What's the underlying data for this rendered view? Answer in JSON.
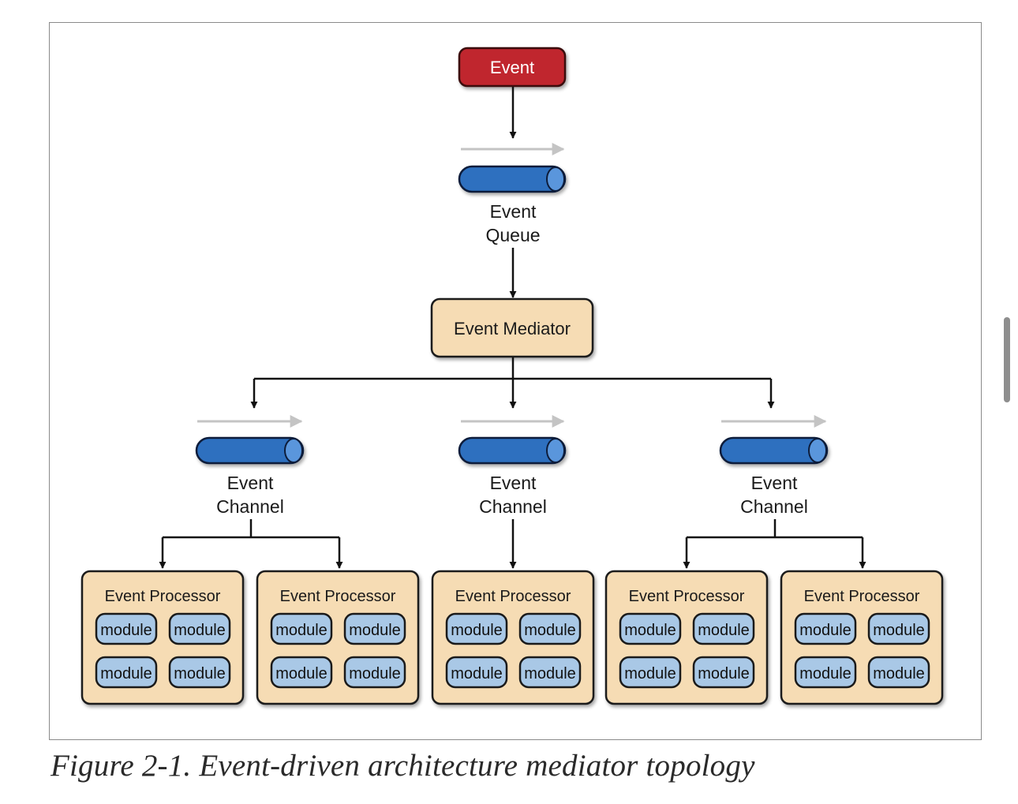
{
  "event": {
    "label": "Event"
  },
  "queue": {
    "line1": "Event",
    "line2": "Queue"
  },
  "mediator": {
    "label": "Event Mediator"
  },
  "channels": [
    {
      "line1": "Event",
      "line2": "Channel"
    },
    {
      "line1": "Event",
      "line2": "Channel"
    },
    {
      "line1": "Event",
      "line2": "Channel"
    }
  ],
  "processors": [
    {
      "title": "Event Processor",
      "modules": [
        "module",
        "module",
        "module",
        "module"
      ]
    },
    {
      "title": "Event Processor",
      "modules": [
        "module",
        "module",
        "module",
        "module"
      ]
    },
    {
      "title": "Event Processor",
      "modules": [
        "module",
        "module",
        "module",
        "module"
      ]
    },
    {
      "title": "Event Processor",
      "modules": [
        "module",
        "module",
        "module",
        "module"
      ]
    },
    {
      "title": "Event Processor",
      "modules": [
        "module",
        "module",
        "module",
        "module"
      ]
    }
  ],
  "caption": "Figure 2-1. Event-driven architecture mediator topology",
  "colors": {
    "event_fill": "#c0272d",
    "pipe_fill": "#2f6fbf",
    "pipe_cap": "#5a96dc",
    "box_fill": "#f6dcb4",
    "module_fill": "#a9c8e6",
    "flow_arrow": "#c4c4c4"
  }
}
